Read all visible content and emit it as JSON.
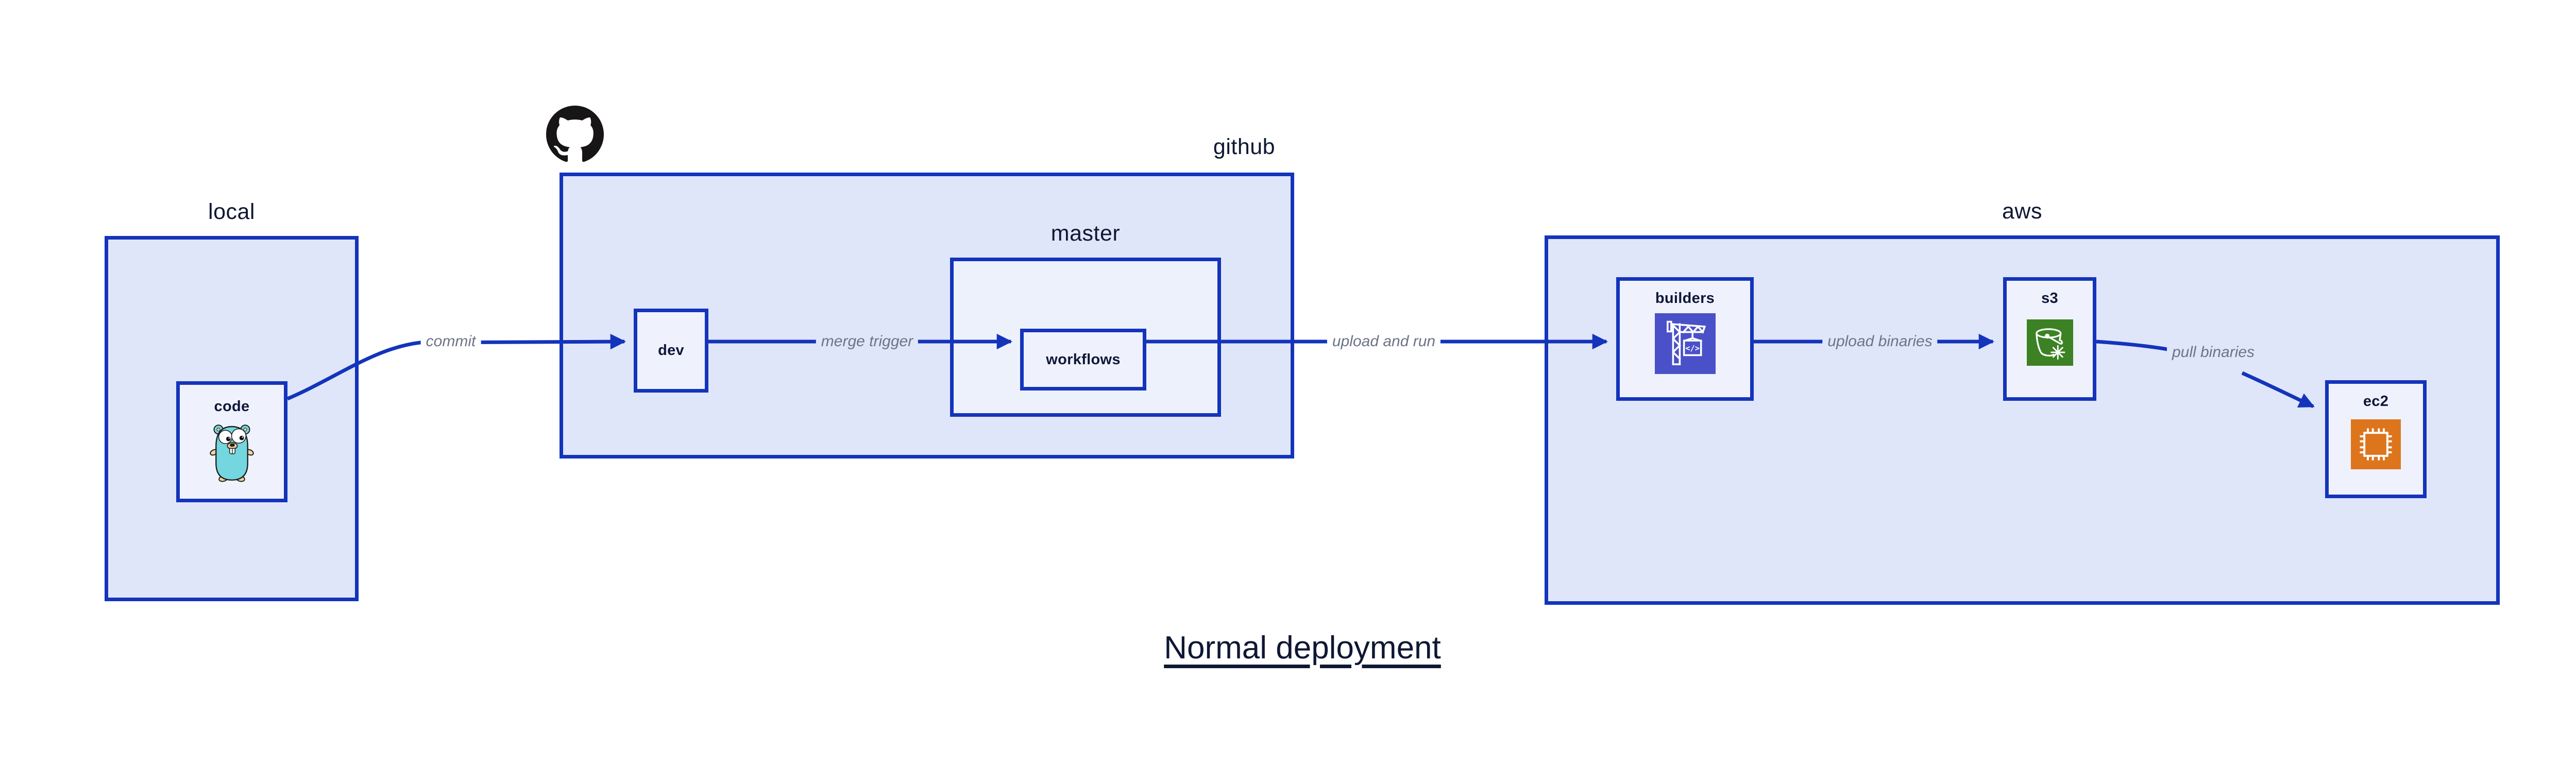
{
  "title": "Normal deployment",
  "containers": {
    "local": {
      "label": "local"
    },
    "github": {
      "label": "github"
    },
    "master": {
      "label": "master"
    },
    "aws": {
      "label": "aws"
    }
  },
  "nodes": {
    "code": {
      "label": "code"
    },
    "dev": {
      "label": "dev"
    },
    "workflows": {
      "label": "workflows"
    },
    "builders": {
      "label": "builders"
    },
    "s3": {
      "label": "s3"
    },
    "ec2": {
      "label": "ec2"
    }
  },
  "edges": {
    "commit": {
      "label": "commit"
    },
    "merge_trigger": {
      "label": "merge trigger"
    },
    "upload_and_run": {
      "label": "upload and run"
    },
    "upload_binaries": {
      "label": "upload binaries"
    },
    "pull_binaries": {
      "label": "pull binaries"
    }
  },
  "icons": {
    "github_octocat": {
      "name": "github-octocat-icon"
    },
    "go_gopher": {
      "name": "go-gopher-icon"
    },
    "codebuild": {
      "name": "aws-codebuild-crane-icon",
      "glyph": "</>"
    },
    "s3_bucket": {
      "name": "aws-s3-glacier-bucket-icon"
    },
    "ec2_chip": {
      "name": "aws-ec2-chip-icon"
    }
  },
  "colors": {
    "border_blue": "#1334bb",
    "arrow_blue": "#1334bb",
    "container_fill": "#e0e6f9",
    "subcontainer_fill": "#edf1fb",
    "node_fill": "#eff2fc",
    "label_navy": "#0e1733",
    "edge_label_gray": "#6d7487",
    "octocat_black": "#171515",
    "gopher_teal": "#74d6de",
    "codebuild_purple": "#4a51c8",
    "s3_green": "#3c8224",
    "ec2_orange": "#dd751c"
  }
}
